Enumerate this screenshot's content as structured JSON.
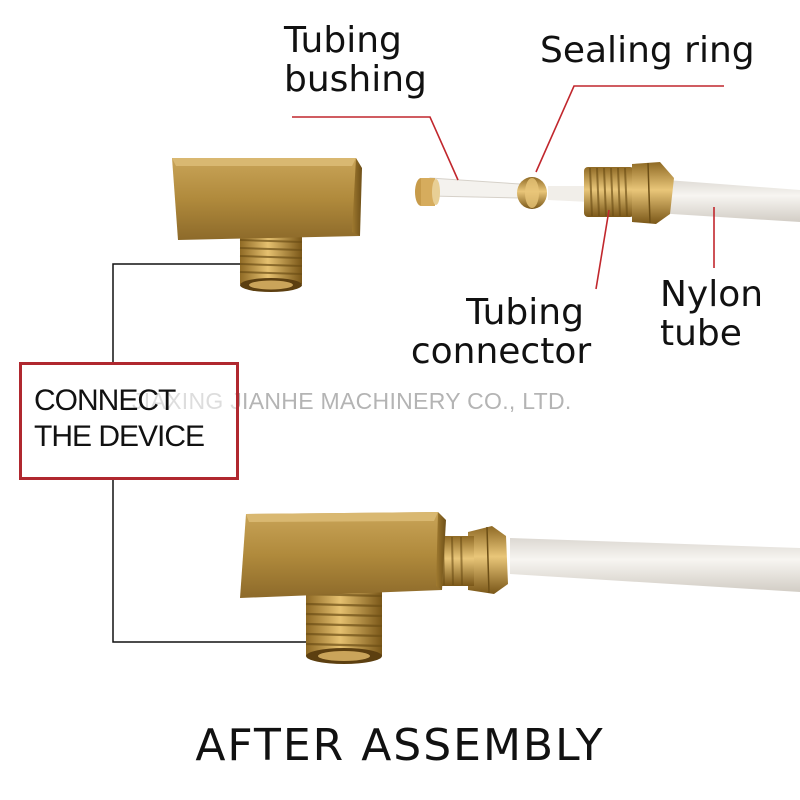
{
  "labels": {
    "tubing_bushing": [
      "Tubing",
      "bushing"
    ],
    "sealing_ring": "Sealing ring",
    "tubing_connector": [
      "Tubing",
      "connector"
    ],
    "nylon_tube": [
      "Nylon",
      "tube"
    ]
  },
  "connect_box": [
    "CONNECT",
    "THE DEVICE"
  ],
  "watermark": "JIAXING JIANHE MACHINERY CO., LTD.",
  "footer": "AFTER ASSEMBLY",
  "colors": {
    "brass": "#b8923e",
    "brass_dark": "#7a5a1e",
    "leader_line": "#c1272d",
    "nylon": "#eeeae4",
    "text": "#111111"
  }
}
